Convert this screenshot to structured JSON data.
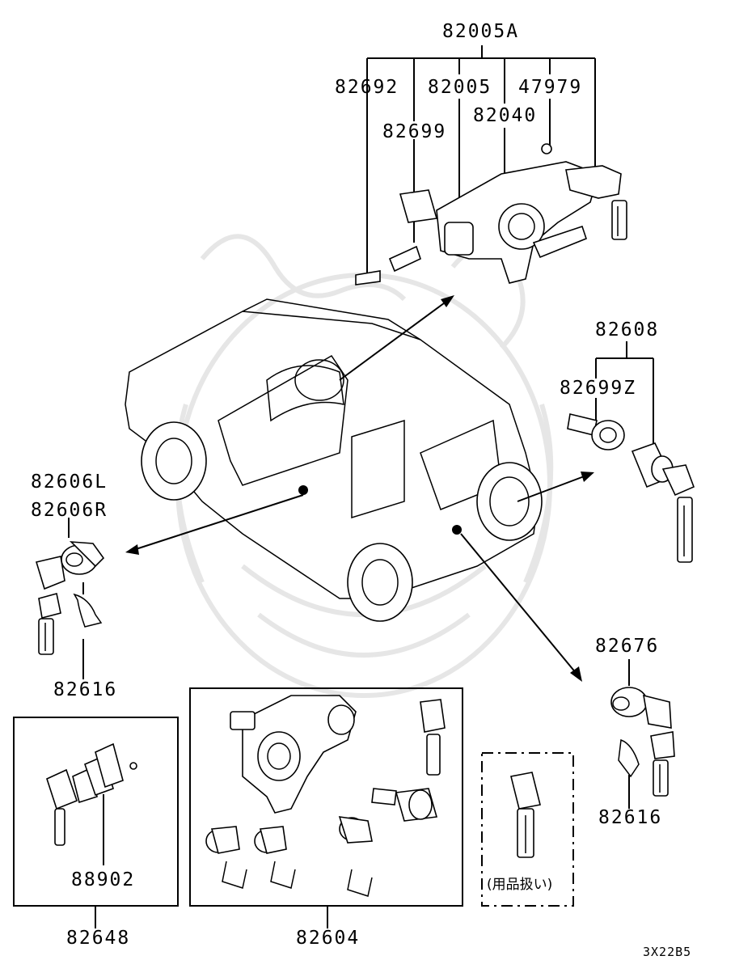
{
  "parts": {
    "p82005A": "82005A",
    "p82692": "82692",
    "p82005": "82005",
    "p47979": "47979",
    "p82040": "82040",
    "p82699": "82699",
    "p82608": "82608",
    "p82699Z": "82699Z",
    "p82606L": "82606L",
    "p82606R": "82606R",
    "p82616_left": "82616",
    "p82676": "82676",
    "p82616_right": "82616",
    "p88902": "88902",
    "p82648": "82648",
    "p82604": "82604"
  },
  "accessory_note": "(用品扱い)",
  "diagram_code": "3X22B5"
}
